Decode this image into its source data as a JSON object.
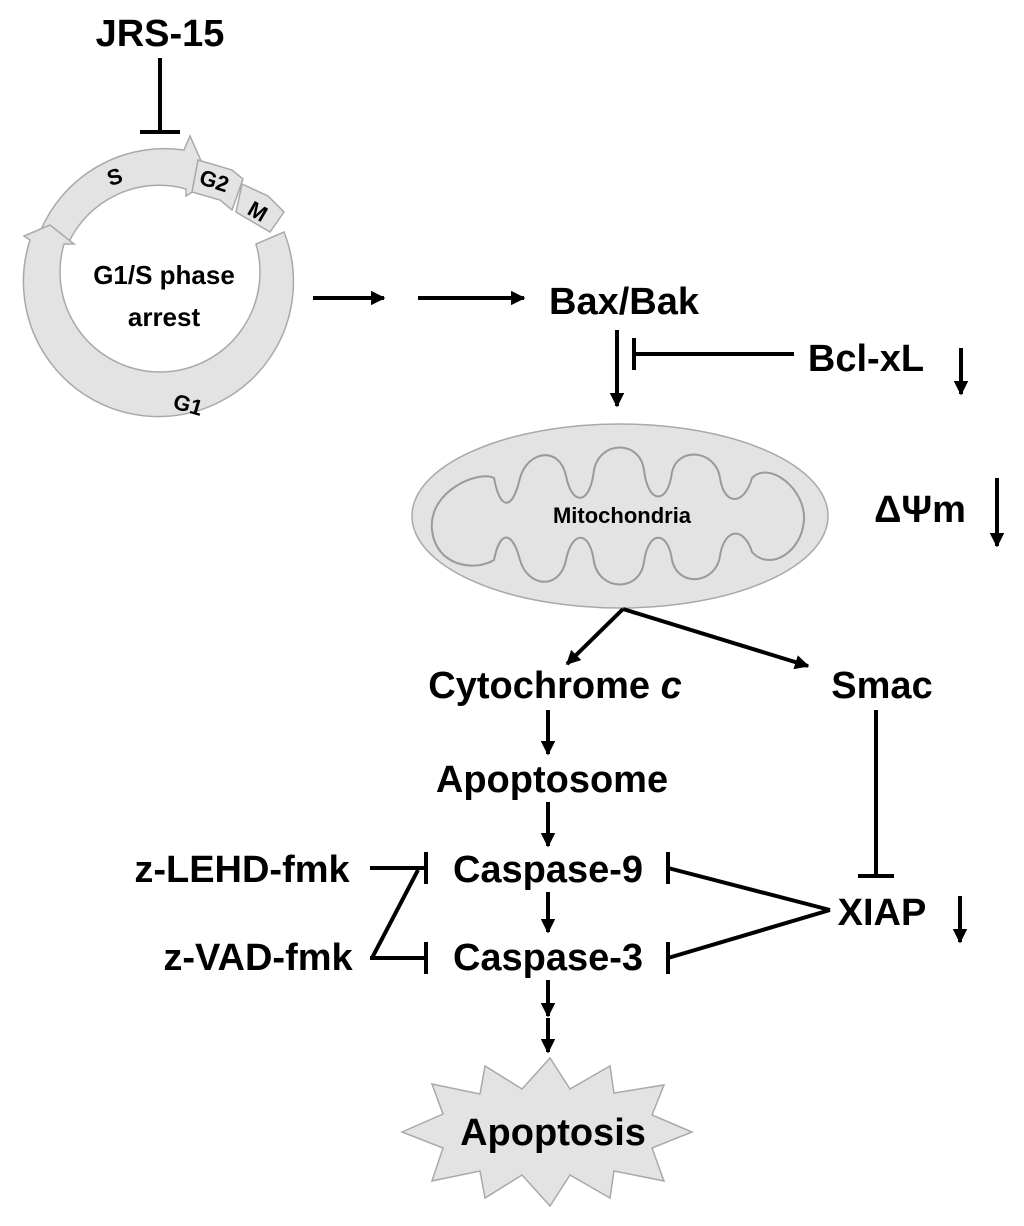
{
  "inhibitor": {
    "name": "JRS-15"
  },
  "cell_cycle": {
    "phases": {
      "s": "S",
      "g2": "G2",
      "m": "M",
      "g1": "G1"
    },
    "arrest_line1": "G1/S phase",
    "arrest_line2": "arrest"
  },
  "nodes": {
    "bax_bak": "Bax/Bak",
    "bcl_xl": "Bcl-xL",
    "mitochondria": "Mitochondria",
    "delta_psi": "ΔΨm",
    "cytochrome_main": "Cytochrome ",
    "cytochrome_italic": "c",
    "smac": "Smac",
    "apoptosome": "Apoptosome",
    "caspase9": "Caspase-9",
    "caspase3": "Caspase-3",
    "xiap": "XIAP",
    "z_lehd": "z-LEHD-fmk",
    "z_vad": "z-VAD-fmk",
    "apoptosis": "Apoptosis"
  }
}
